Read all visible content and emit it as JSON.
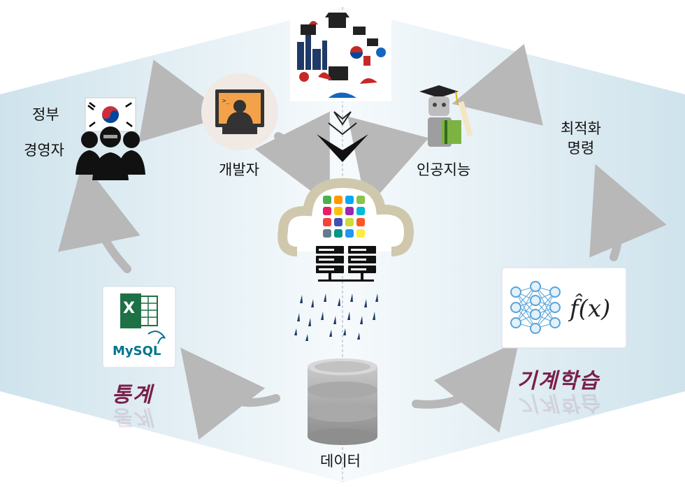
{
  "labels": {
    "government": "정부",
    "executive": "경영자",
    "developer": "개발자",
    "ai": "인공지능",
    "optimization_line1": "최적화",
    "optimization_line2": "명령",
    "data": "데이터",
    "statistics": "통계",
    "machine_learning": "기계학습"
  },
  "cards": {
    "excel_letter": "X",
    "mysql_logo": "MySQL",
    "ml_formula": "f̂(x)"
  },
  "colors": {
    "background_gradient": "#d9eaf1",
    "arrow_gray": "#b8b8b8",
    "handwriting": "#7a1f4a",
    "excel_green": "#1e7145",
    "mysql_blue": "#00758f",
    "mysql_orange": "#f29111",
    "nn_blue": "#5aa3d8",
    "cloud_outline": "#cfc8ad"
  },
  "icons": [
    "korea-flag-icon",
    "executives-icon",
    "developer-icon",
    "korea-culture-collage-icon",
    "funnel-arrow-icon",
    "robot-graduate-icon",
    "cloud-apps-icon",
    "server-icon",
    "rain-icon",
    "database-icon",
    "excel-icon",
    "mysql-icon",
    "neural-network-icon"
  ]
}
